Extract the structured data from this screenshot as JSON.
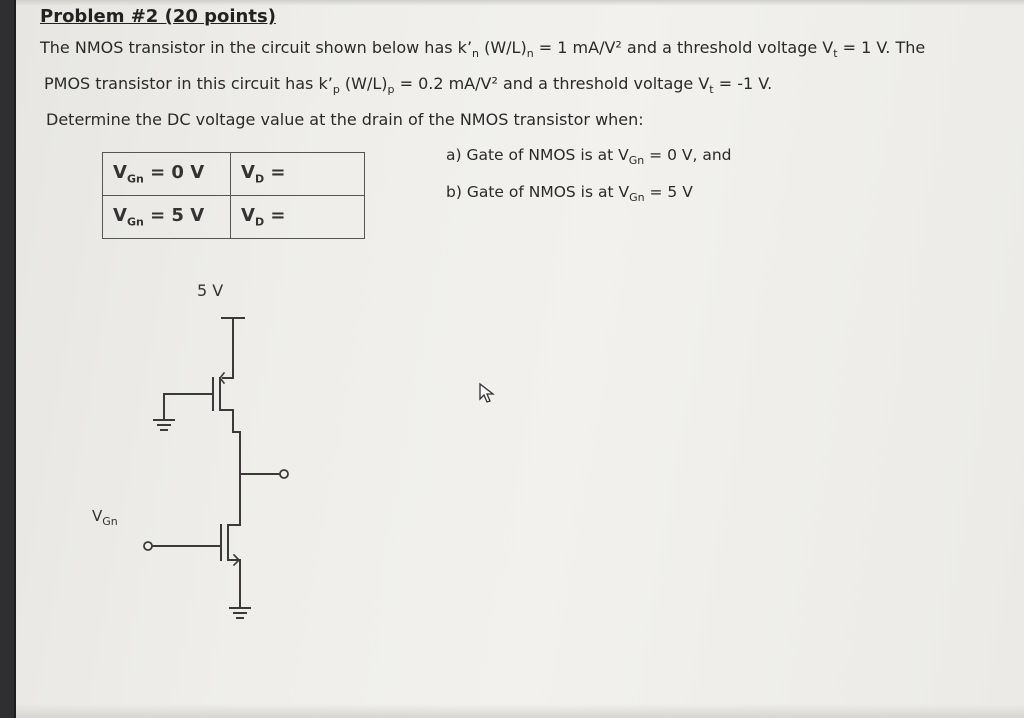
{
  "problem": {
    "title": "Problem #2 (20 points)",
    "line1": {
      "t1": "The NMOS transistor in the circuit shown below has k’",
      "s1": "n",
      "t2": " (W/L)",
      "s2": "n",
      "t3": " = 1 mA/V² and a threshold voltage V",
      "s3": "t",
      "t4": " = 1 V. The"
    },
    "line2": {
      "t1": "PMOS transistor in this circuit has k’",
      "s1": "p",
      "t2": " (W/L)",
      "s2": "p",
      "t3": " = 0.2 mA/V² and a threshold voltage V",
      "s3": "t",
      "t4": " = -1 V."
    },
    "line3": "Determine the DC voltage value at the drain of the NMOS transistor when:",
    "qa": {
      "t1": "a)  Gate of NMOS is at V",
      "s1": "Gn",
      "t2": " = 0 V,  and"
    },
    "qb": {
      "t1": "b)  Gate of NMOS is at V",
      "s1": "Gn",
      "t2": " = 5 V"
    }
  },
  "table": {
    "rows": [
      {
        "vgn_v": "V",
        "vgn_s": "Gn",
        "vgn_val": " = 0 V",
        "vd_v": "V",
        "vd_s": "D",
        "vd_eq": " ="
      },
      {
        "vgn_v": "V",
        "vgn_s": "Gn",
        "vgn_val": " = 5 V",
        "vd_v": "V",
        "vd_s": "D",
        "vd_eq": " ="
      }
    ]
  },
  "circuit": {
    "supply_label": "5 V",
    "input_label_v": "V",
    "input_label_s": "Gn"
  }
}
